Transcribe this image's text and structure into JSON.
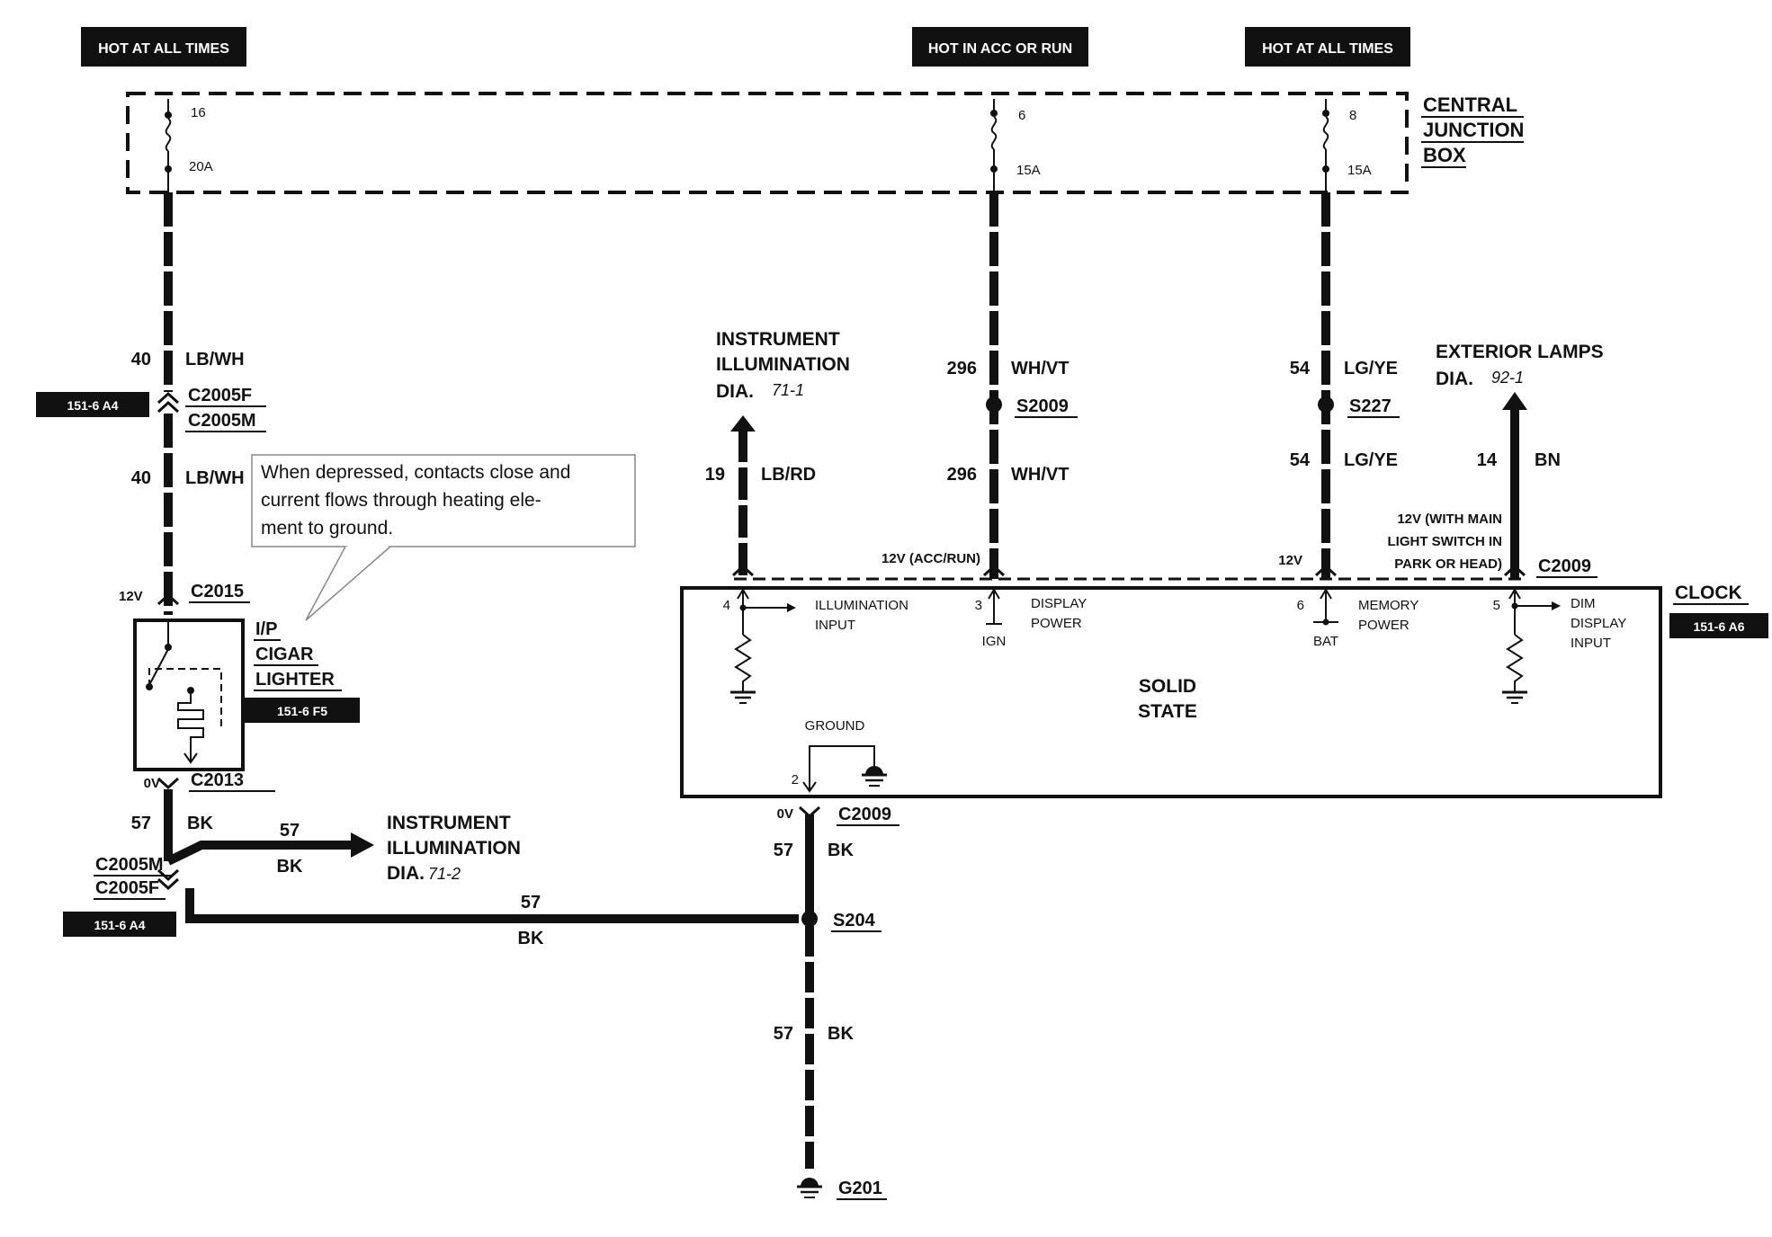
{
  "power_labels": {
    "left": "HOT AT ALL TIMES",
    "mid": "HOT IN ACC OR RUN",
    "right": "HOT AT ALL TIMES"
  },
  "junction_box": {
    "title_1": "CENTRAL",
    "title_2": "JUNCTION",
    "title_3": "BOX",
    "fuses": [
      {
        "number": "16",
        "rating": "20A"
      },
      {
        "number": "6",
        "rating": "15A"
      },
      {
        "number": "8",
        "rating": "15A"
      }
    ]
  },
  "left_circuit": {
    "wire_num": "40",
    "wire_color": "LB/WH",
    "conn_top_1": "C2005F",
    "conn_top_2": "C2005M",
    "ref_1": "151-6 A4",
    "wire_num_2": "40",
    "wire_color_2": "LB/WH",
    "voltage": "12V",
    "conn_lighter": "C2015",
    "lighter_1": "I/P",
    "lighter_2": "CIGAR",
    "lighter_3": "LIGHTER",
    "ref_lighter": "151-6 F5",
    "volt_bottom": "0V",
    "conn_bottom": "C2013",
    "wire_gnd_num": "57",
    "wire_gnd_color": "BK",
    "branch_num": "57",
    "branch_color": "BK",
    "illum_1": "INSTRUMENT",
    "illum_2": "ILLUMINATION",
    "illum_3": "DIA.",
    "illum_ref": "71-2",
    "conn_lower_1": "C2005M",
    "conn_lower_2": "C2005F",
    "ref_lower": "151-6 A4",
    "horiz_num": "57",
    "horiz_color": "BK"
  },
  "callout": {
    "line_1": "When depressed, contacts close and",
    "line_2": "current flows through heating ele-",
    "line_3": "ment to ground."
  },
  "illum_out": {
    "label_1": "INSTRUMENT",
    "label_2": "ILLUMINATION",
    "label_3": "DIA.",
    "ref": "71-1",
    "wire_num": "19",
    "wire_color": "LB/RD"
  },
  "mid_circuit": {
    "wire_num": "296",
    "wire_color": "WH/VT",
    "splice": "S2009",
    "wire_num_2": "296",
    "wire_color_2": "WH/VT",
    "voltage": "12V (ACC/RUN)"
  },
  "right_circuit": {
    "wire_num": "54",
    "wire_color": "LG/YE",
    "splice": "S227",
    "wire_num_2": "54",
    "wire_color_2": "LG/YE",
    "voltage": "12V"
  },
  "exterior": {
    "label_1": "EXTERIOR LAMPS",
    "label_2": "DIA.",
    "ref": "92-1",
    "wire_num": "14",
    "wire_color": "BN",
    "note_1": "12V (WITH MAIN",
    "note_2": "LIGHT SWITCH IN",
    "note_3": "PARK OR HEAD)"
  },
  "clock": {
    "connector": "C2009",
    "title": "CLOCK",
    "ref": "151-6 A6",
    "pins": [
      {
        "num": "4",
        "label_1": "ILLUMINATION",
        "label_2": "INPUT"
      },
      {
        "num": "3",
        "label_1": "DISPLAY",
        "label_2": "POWER",
        "sub": "IGN"
      },
      {
        "num": "6",
        "label_1": "MEMORY",
        "label_2": "POWER",
        "sub": "BAT"
      },
      {
        "num": "5",
        "label_1": "DIM",
        "label_2": "DISPLAY",
        "label_3": "INPUT"
      }
    ],
    "center_1": "SOLID",
    "center_2": "STATE",
    "ground_label": "GROUND",
    "ground_pin": "2"
  },
  "ground_path": {
    "volt": "0V",
    "connector": "C2009",
    "wire_num": "57",
    "wire_color": "BK",
    "splice": "S204",
    "wire_num_2": "57",
    "wire_color_2": "BK",
    "ground": "G201"
  }
}
